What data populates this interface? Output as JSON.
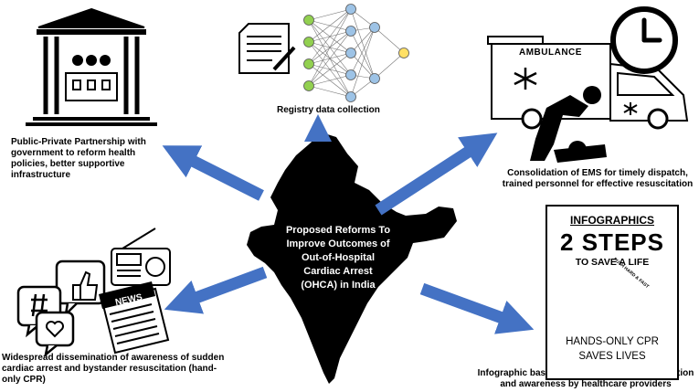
{
  "center": {
    "text": "Proposed Reforms To Improve Outcomes of Out-of-Hospital Cardiac Arrest (OHCA) in India",
    "lines": [
      "Proposed Reforms To",
      "Improve Outcomes of",
      "Out-of-Hospital",
      "Cardiac Arrest",
      "(OHCA) in India"
    ]
  },
  "reforms": [
    {
      "id": "ppp",
      "lines": [
        "Public-Private Partnership with",
        "government to reform health",
        "policies, better supportive",
        "infrastructure"
      ]
    },
    {
      "id": "registry",
      "lines": [
        "Registry data collection"
      ]
    },
    {
      "id": "ems",
      "lines": [
        "Consolidation of EMS for timely dispatch,",
        "trained personnel for effective resuscitation"
      ]
    },
    {
      "id": "awareness",
      "lines": [
        "Widespread dissemination of awareness of sudden",
        "cardiac arrest and bystander resuscitation (hand-",
        "only CPR)"
      ]
    },
    {
      "id": "infographic",
      "lines": [
        "Infographic based (audio and/or visual) education",
        "and awareness by healthcare providers"
      ]
    }
  ],
  "ambulance_label": "AMBULANCE",
  "news_label": "NEWS",
  "infographic": {
    "title": "INFOGRAPHICS",
    "steps": "2 STEPS",
    "save": "TO SAVE A LIFE",
    "push": "PUSH HARD & FAST",
    "footer_lines": [
      "HANDS-ONLY CPR",
      "SAVES LIVES"
    ]
  },
  "icons": [
    "government-building-icon",
    "document-pen-icon",
    "neural-network-icon",
    "ambulance-icon",
    "clock-icon",
    "cpr-icon",
    "radio-icon",
    "social-media-icon",
    "newspaper-icon",
    "india-map-icon"
  ],
  "colors": {
    "arrow": "#4472c4",
    "map": "#000000",
    "node_green": "#92d050",
    "node_blue": "#9dc3e6",
    "node_yellow": "#ffe066"
  }
}
